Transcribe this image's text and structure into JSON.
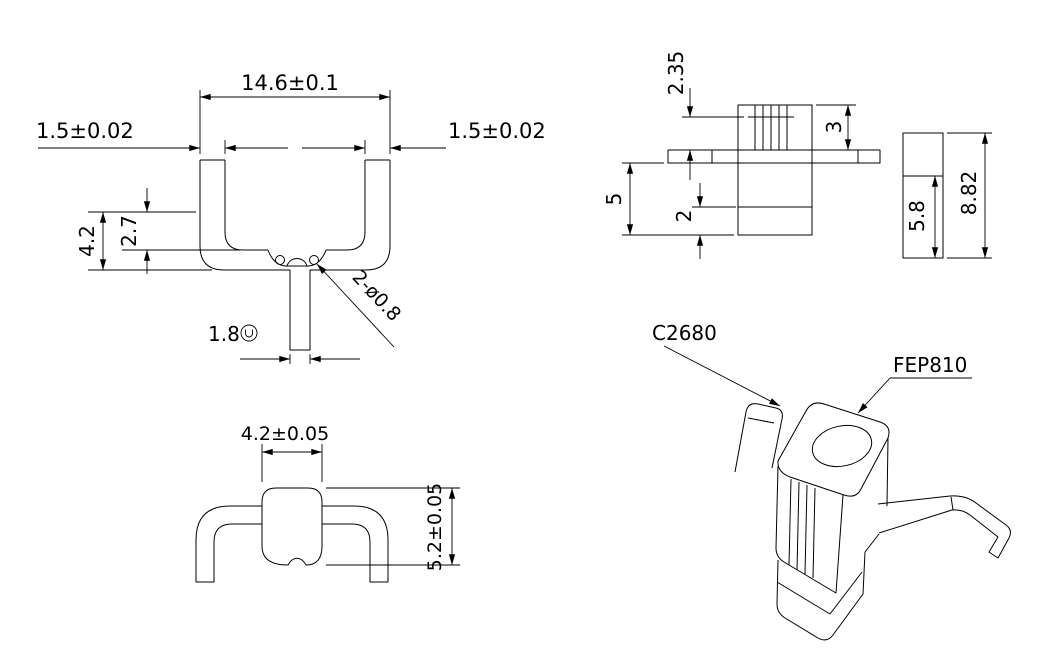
{
  "drawing": {
    "background": "#ffffff",
    "line_color": "#000000",
    "front_view": {
      "dim_width_top": "14.6±0.1",
      "dim_leg_left": "1.5±0.02",
      "dim_leg_right": "1.5±0.02",
      "dim_height_outer": "4.2",
      "dim_height_inner": "2.7",
      "dim_tab_width": "1.8",
      "dim_holes": "2-ø0.8"
    },
    "side_view": {
      "dim_clip_protrusion": "2.35",
      "dim_top_block": "3",
      "dim_body_height": "5",
      "dim_base_height": "2",
      "dim_leg_partial": "5.8",
      "dim_leg_total": "8.82"
    },
    "section_view": {
      "dim_width": "4.2±0.05",
      "dim_height": "5.2±0.05"
    },
    "iso_view": {
      "label_clip_material": "C2680",
      "label_body_material": "FEP810"
    }
  }
}
